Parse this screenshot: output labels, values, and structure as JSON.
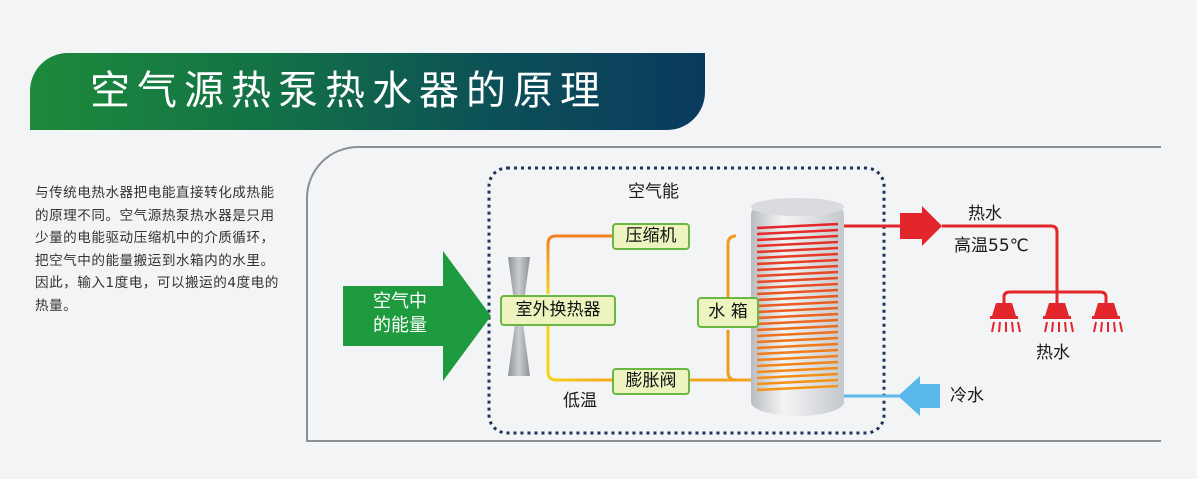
{
  "title": "空气源热泵热水器的原理",
  "description": "与传统电热水器把电能直接转化成热能的原理不同。空气源热泵热水器是只用少量的电能驱动压缩机中的介质循环，把空气中的能量搬运到水箱内的水里。因此，输入1度电，可以搬运的4度电的热量。",
  "diagram": {
    "air_energy_label": "空气能",
    "inflow_arrow_line1": "空气中",
    "inflow_arrow_line2": "的能量",
    "compressor": "压缩机",
    "outdoor_exchanger": "室外换热器",
    "water_tank": "水 箱",
    "expansion_valve": "膨胀阀",
    "low_temp": "低温",
    "hot_water": "热水",
    "high_temp": "高温55℃",
    "hot_water_outlet": "热水",
    "cold_water": "冷水"
  },
  "colors": {
    "green": "#1e9b3e",
    "hot_red": "#e3262b",
    "cold_blue": "#5bb8ea",
    "loop_orange": "#f39a1e",
    "loop_yellow": "#f5d21c",
    "box_fill": "#eef4c0",
    "box_border": "#6ab742",
    "dotted_navy": "#1d3558"
  }
}
